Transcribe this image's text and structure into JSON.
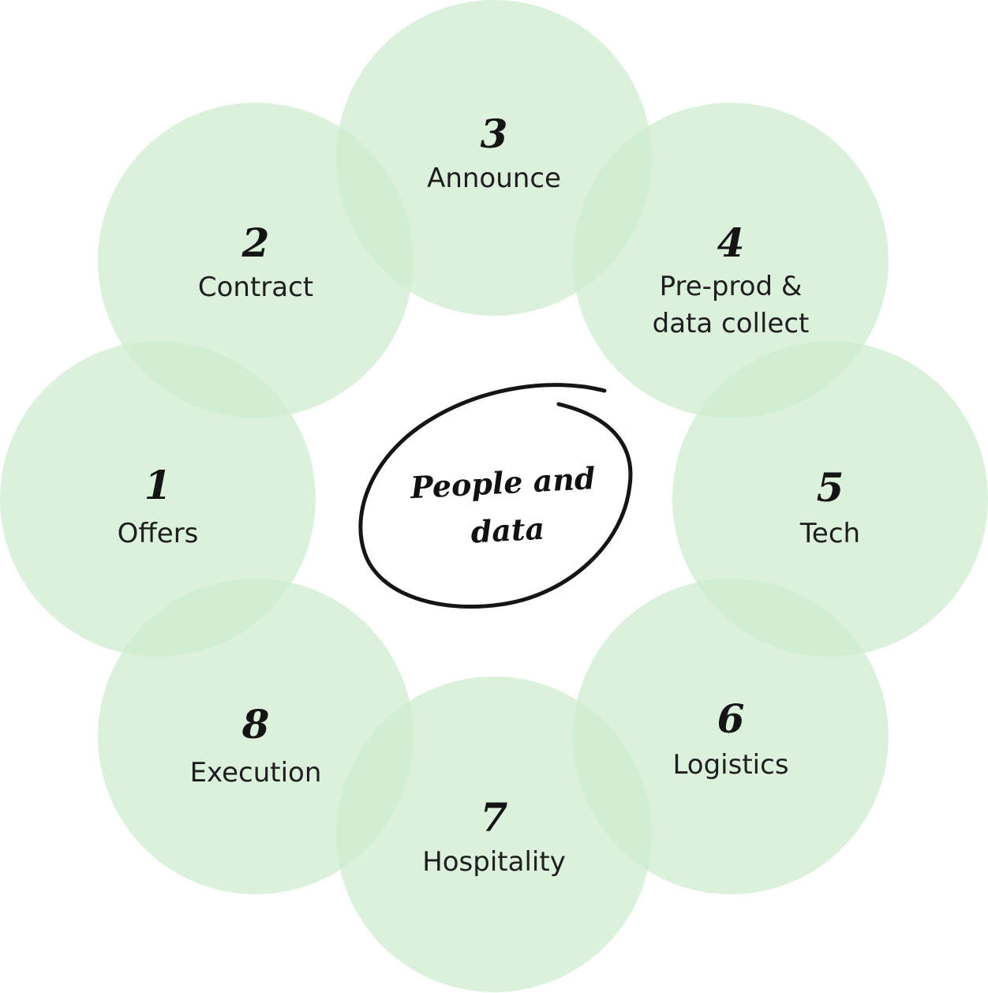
{
  "center": {
    "lines": [
      "People and",
      "data"
    ]
  },
  "stages": [
    {
      "number": "1",
      "label_lines": [
        "Offers"
      ]
    },
    {
      "number": "2",
      "label_lines": [
        "Contract"
      ]
    },
    {
      "number": "3",
      "label_lines": [
        "Announce"
      ]
    },
    {
      "number": "4",
      "label_lines": [
        "Pre-prod &",
        "data collect"
      ]
    },
    {
      "number": "5",
      "label_lines": [
        "Tech"
      ]
    },
    {
      "number": "6",
      "label_lines": [
        "Logistics"
      ]
    },
    {
      "number": "7",
      "label_lines": [
        "Hospitality"
      ]
    },
    {
      "number": "8",
      "label_lines": [
        "Execution"
      ]
    }
  ],
  "colors": {
    "circle_fill": "#cdeccf",
    "ring_stroke": "#151515",
    "text": "#1e1e1e"
  }
}
